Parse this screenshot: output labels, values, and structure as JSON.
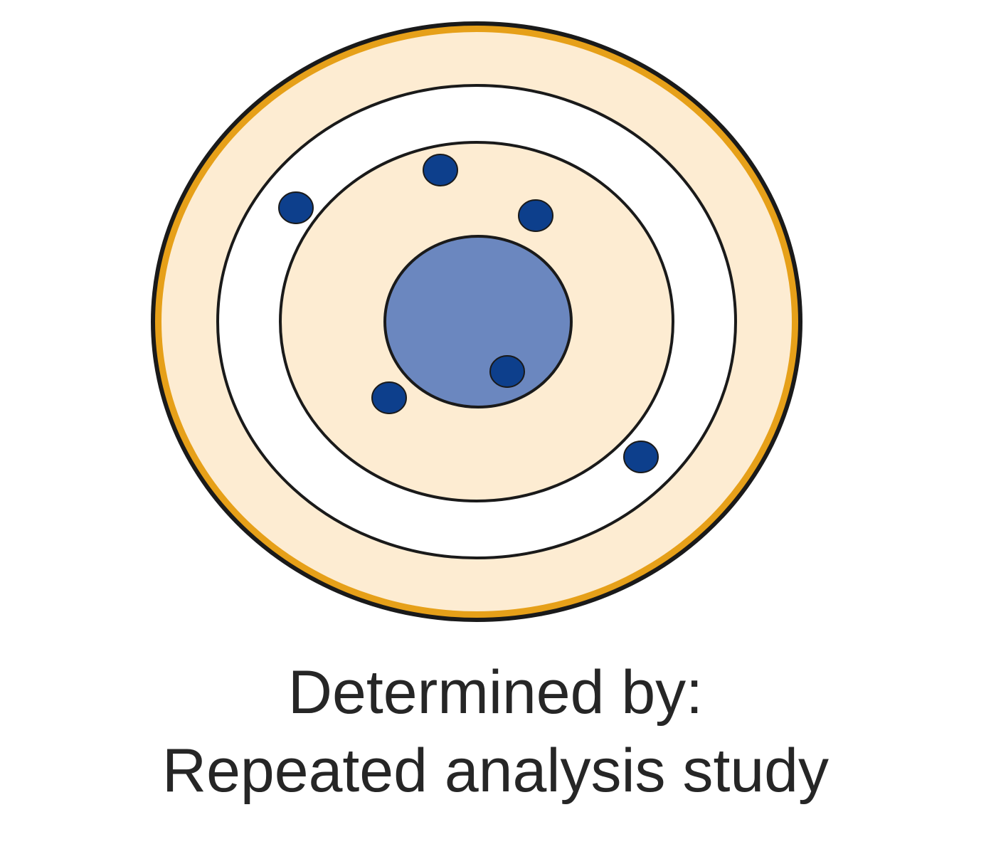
{
  "caption": {
    "line1": "Determined by:",
    "line2": "Repeated analysis study"
  },
  "colors": {
    "outer_rim": "#e6a019",
    "outline": "#1a1a1a",
    "cream": "#fdecd2",
    "white_ring": "#ffffff",
    "bullseye": "#6b87bf",
    "dot": "#0d3f8c"
  },
  "dots": [
    {
      "name": "dot-1"
    },
    {
      "name": "dot-2"
    },
    {
      "name": "dot-3"
    },
    {
      "name": "dot-4"
    },
    {
      "name": "dot-5"
    },
    {
      "name": "dot-6"
    }
  ]
}
